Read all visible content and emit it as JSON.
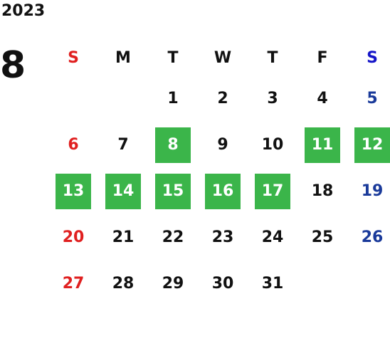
{
  "calendar": {
    "year": "2023",
    "month": "8",
    "weekdays": [
      "S",
      "M",
      "T",
      "W",
      "T",
      "F",
      "S"
    ],
    "days": [
      "",
      "",
      "1",
      "2",
      "3",
      "4",
      "5",
      "6",
      "7",
      "8",
      "9",
      "10",
      "11",
      "12",
      "13",
      "14",
      "15",
      "16",
      "17",
      "18",
      "19",
      "20",
      "21",
      "22",
      "23",
      "24",
      "25",
      "26",
      "27",
      "28",
      "29",
      "30",
      "31",
      "",
      ""
    ],
    "highlighted": [
      "8",
      "11",
      "12",
      "13",
      "14",
      "15",
      "16",
      "17"
    ],
    "colors": {
      "sunday": "#e02020",
      "saturday": "#1a3a9a",
      "saturday_header": "#1515c8",
      "highlight": "#3bb54a"
    }
  }
}
